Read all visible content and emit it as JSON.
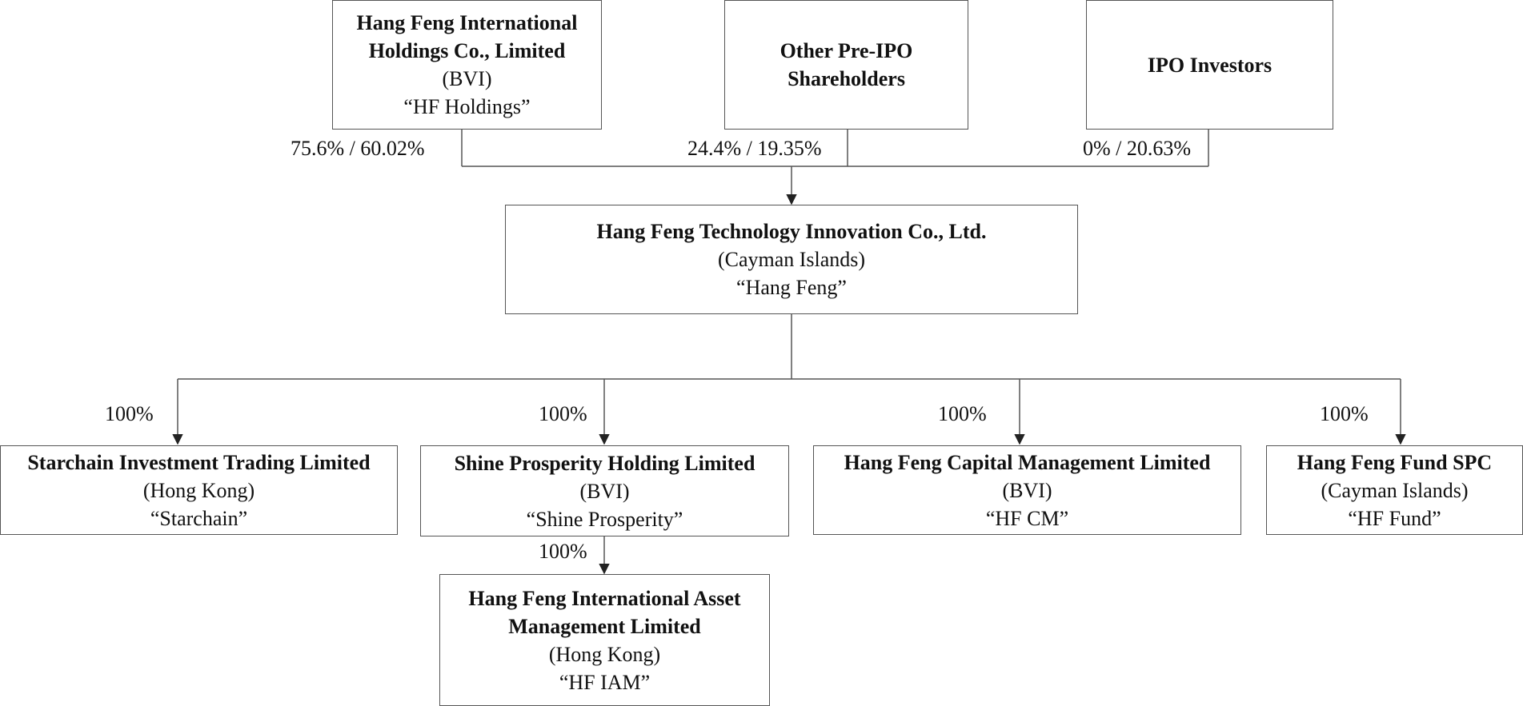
{
  "shareholders": {
    "hf_holdings": {
      "name_line1": "Hang Feng International",
      "name_line2": "Holdings Co., Limited",
      "jurisdiction": "(BVI)",
      "alias": "“HF Holdings”",
      "ownership": "75.6% / 60.02%"
    },
    "other_pre_ipo": {
      "name_line1": "Other Pre-IPO",
      "name_line2": "Shareholders",
      "ownership": "24.4% / 19.35%"
    },
    "ipo_investors": {
      "name": "IPO Investors",
      "ownership": "0% / 20.63%"
    }
  },
  "parent": {
    "name": "Hang Feng Technology Innovation Co., Ltd.",
    "jurisdiction": "(Cayman Islands)",
    "alias": "“Hang Feng”"
  },
  "subsidiaries": {
    "starchain": {
      "name": "Starchain Investment Trading Limited",
      "jurisdiction": "(Hong Kong)",
      "alias": "“Starchain”",
      "ownership": "100%"
    },
    "shine_prosperity": {
      "name": "Shine Prosperity Holding Limited",
      "jurisdiction": "(BVI)",
      "alias": "“Shine Prosperity”",
      "ownership": "100%"
    },
    "hf_cm": {
      "name": "Hang Feng Capital Management Limited",
      "jurisdiction": "(BVI)",
      "alias": "“HF CM”",
      "ownership": "100%"
    },
    "hf_fund": {
      "name": "Hang Feng Fund SPC",
      "jurisdiction": "(Cayman Islands)",
      "alias": "“HF Fund”",
      "ownership": "100%"
    }
  },
  "grand_subsidiary": {
    "hf_iam": {
      "name_line1": "Hang Feng International Asset",
      "name_line2": "Management Limited",
      "jurisdiction": "(Hong Kong)",
      "alias": "“HF IAM”",
      "ownership": "100%"
    }
  },
  "colors": {
    "line": "#555555",
    "text": "#111111",
    "background": "#ffffff"
  }
}
